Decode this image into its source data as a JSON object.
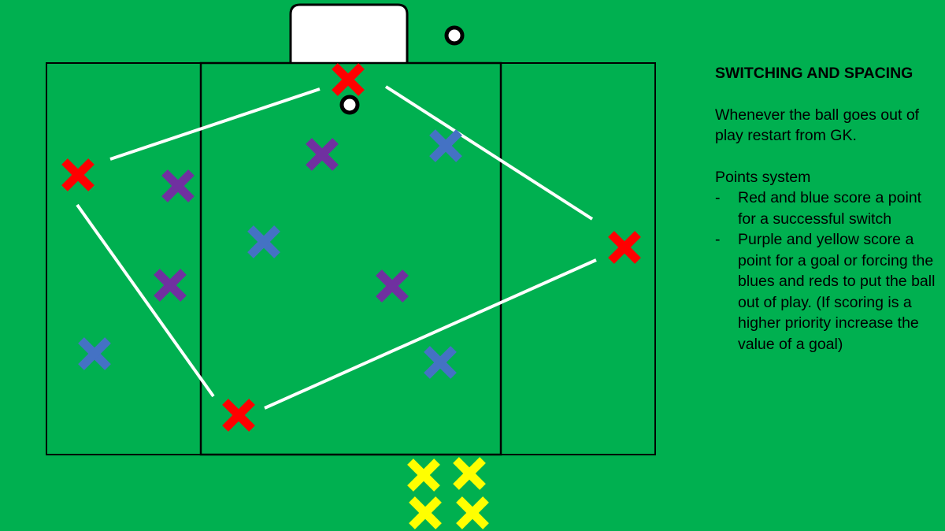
{
  "title": "SWITCHING AND SPACING",
  "restart_note": "Whenever the ball goes out of play restart from GK.",
  "points_heading": "Points system",
  "points": [
    {
      "bullet": "-",
      "text": "Red and blue score a point for a successful switch"
    },
    {
      "bullet": "-",
      "text": "Purple and yellow score a point for a goal or forcing the blues and reds to put the ball out of play. (If scoring is a higher priority increase the value of a goal)"
    }
  ],
  "colors": {
    "pitch": "#00B050",
    "red": "#FF0000",
    "purple": "#7030A0",
    "blue": "#4472C4",
    "yellow": "#FFFF00",
    "lines": "#FFFFFF"
  },
  "teams": [
    {
      "name": "red",
      "count": 4
    },
    {
      "name": "purple",
      "count": 4
    },
    {
      "name": "blue",
      "count": 4
    },
    {
      "name": "yellow",
      "count": 4
    }
  ]
}
